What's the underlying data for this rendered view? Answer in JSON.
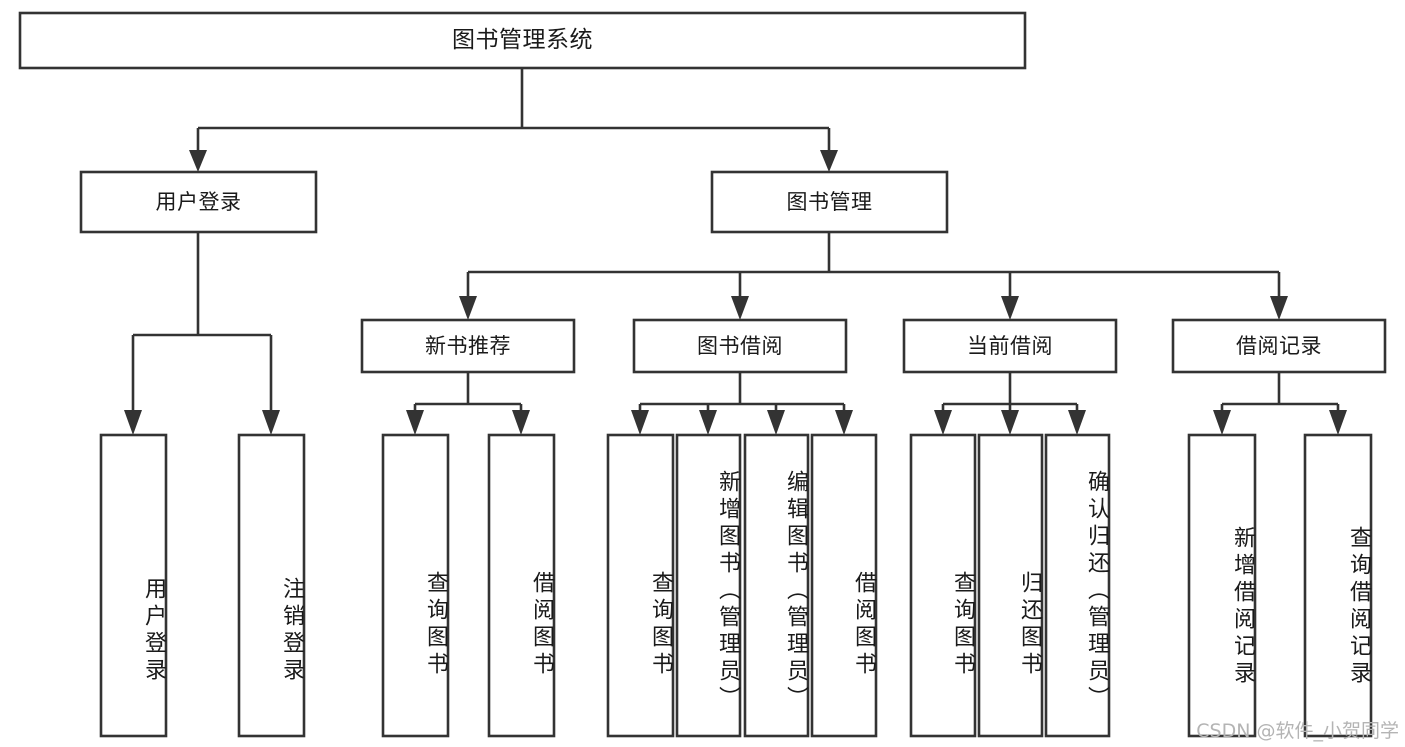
{
  "diagram": {
    "type": "tree-hierarchy-chart",
    "title": "图书管理系统",
    "watermark": "CSDN @软件_小贺同学",
    "colors": {
      "box_stroke": "#333333",
      "box_fill": "#ffffff",
      "text": "#1a1a1a",
      "background": "#ffffff",
      "watermark": "#b4b4b4"
    },
    "root": {
      "label": "图书管理系统"
    },
    "level2": [
      {
        "id": "user-login",
        "label": "用户登录"
      },
      {
        "id": "book-management",
        "label": "图书管理"
      }
    ],
    "level3": [
      {
        "id": "new-book-recommend",
        "label": "新书推荐",
        "parent": "book-management"
      },
      {
        "id": "book-borrow",
        "label": "图书借阅",
        "parent": "book-management"
      },
      {
        "id": "current-borrow",
        "label": "当前借阅",
        "parent": "book-management"
      },
      {
        "id": "borrow-record",
        "label": "借阅记录",
        "parent": "book-management"
      }
    ],
    "leaves": {
      "user-login": [
        {
          "id": "leaf-user-login",
          "label": "用户登录"
        },
        {
          "id": "leaf-user-logout",
          "label": "注销登录"
        }
      ],
      "new-book-recommend": [
        {
          "id": "leaf-query-book-1",
          "label": "查询图书"
        },
        {
          "id": "leaf-borrow-book-1",
          "label": "借阅图书"
        }
      ],
      "book-borrow": [
        {
          "id": "leaf-query-book-2",
          "label": "查询图书"
        },
        {
          "id": "leaf-add-book",
          "label": "新增图书（管理员）"
        },
        {
          "id": "leaf-edit-book",
          "label": "编辑图书（管理员）"
        },
        {
          "id": "leaf-borrow-book-2",
          "label": "借阅图书"
        }
      ],
      "current-borrow": [
        {
          "id": "leaf-query-book-3",
          "label": "查询图书"
        },
        {
          "id": "leaf-return-book",
          "label": "归还图书"
        },
        {
          "id": "leaf-confirm-return",
          "label": "确认归还（管理员）"
        }
      ],
      "borrow-record": [
        {
          "id": "leaf-add-record",
          "label": "新增借阅记录"
        },
        {
          "id": "leaf-query-record",
          "label": "查询借阅记录"
        }
      ]
    }
  }
}
